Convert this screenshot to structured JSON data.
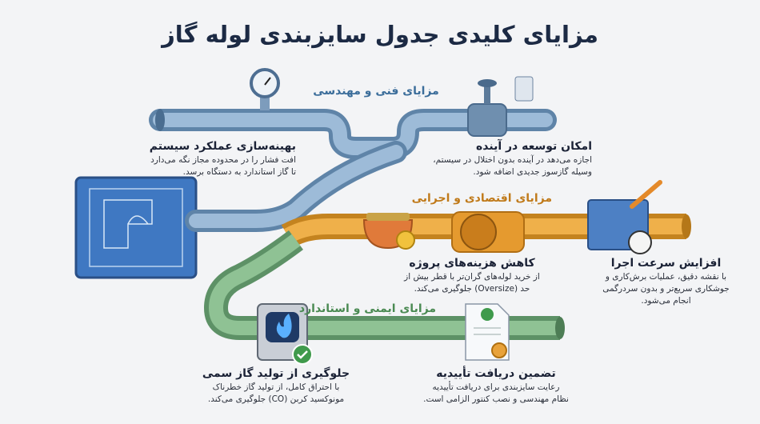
{
  "title": "مزایای کلیدی جدول سایزبندی لوله گاز",
  "colors": {
    "technical": "#7fa3c4",
    "economic": "#e6a43a",
    "safety": "#7fb07f",
    "title": "#1c2a44"
  },
  "sections": {
    "technical": {
      "label": "مزایای فنی و مهندسی",
      "items": [
        {
          "heading": "بهینه‌سازی عملکرد سیستم",
          "lines": [
            "افت فشار را در محدوده مجاز نگه می‌دارد",
            "تا گاز استاندارد به دستگاه برسد."
          ],
          "icon": "pressure-gauge-icon"
        },
        {
          "heading": "امکان توسعه در آینده",
          "lines": [
            "اجازه می‌دهد در آینده بدون اختلال در سیستم،",
            "وسیله گازسوز جدیدی اضافه شود."
          ],
          "icon": "valve-icon"
        }
      ]
    },
    "economic": {
      "label": "مزایای اقتصادی و اجرایی",
      "items": [
        {
          "heading": "کاهش هزینه‌های پروژه",
          "lines": [
            "از خرید لوله‌های گران‌تر با قطر بیش از",
            "حد (Oversize) جلوگیری می‌کند."
          ],
          "icon": "coin-purse-icon"
        },
        {
          "heading": "افزایش سرعت اجرا",
          "lines": [
            "با نقشه دقیق، عملیات برش‌کاری و",
            "جوشکاری سریع‌تر و بدون سردرگمی",
            "انجام می‌شود."
          ],
          "icon": "blueprint-stopwatch-icon"
        }
      ]
    },
    "safety": {
      "label": "مزایای ایمنی و استاندارد",
      "items": [
        {
          "heading": "جلوگیری از تولید گاز سمی",
          "lines": [
            "با احتراق کامل، از تولید گاز خطرناک",
            "مونوکسید کربن (CO) جلوگیری می‌کند."
          ],
          "icon": "heater-flame-check-icon"
        },
        {
          "heading": "تضمین دریافت تأییدیه",
          "lines": [
            "رعایت سایزبندی برای دریافت تأییدیه",
            "نظام مهندسی و نصب کنتور الزامی است."
          ],
          "icon": "certificate-icon"
        }
      ]
    }
  }
}
